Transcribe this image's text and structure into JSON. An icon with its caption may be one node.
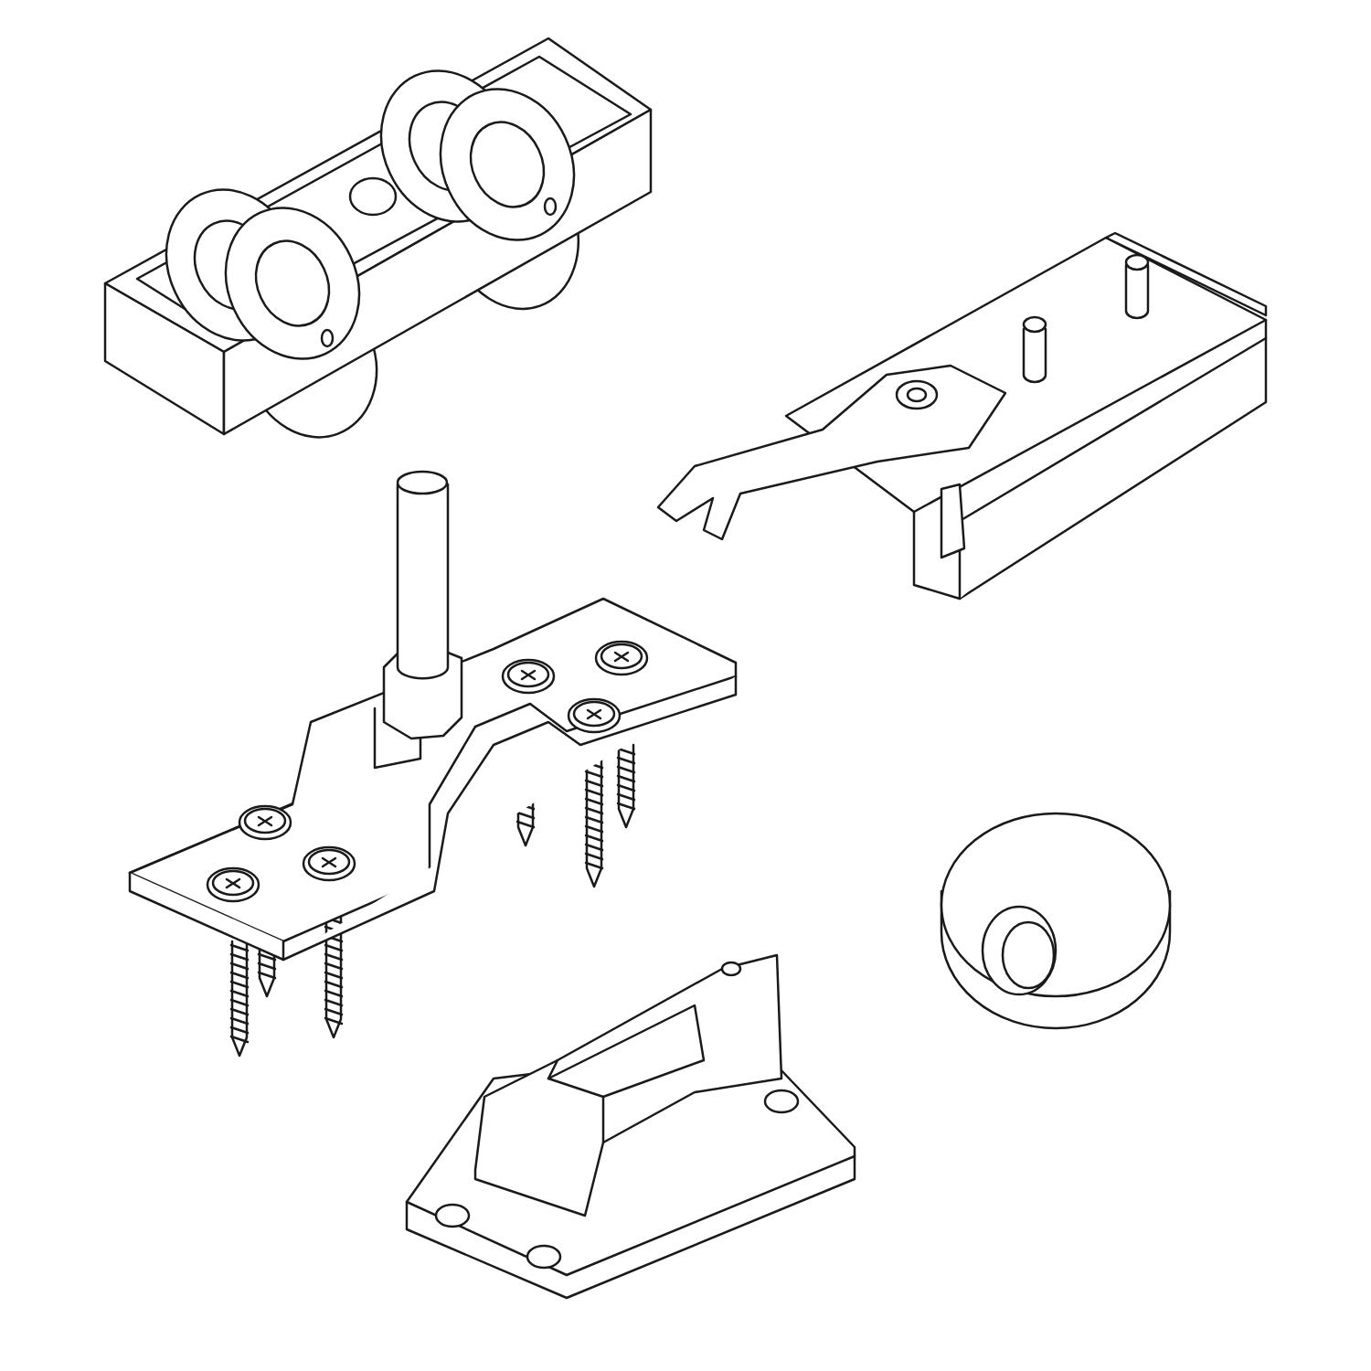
{
  "diagram": {
    "nodes": [
      {
        "text": [],
        "shape": "picture"
      },
      {
        "text": [],
        "shape": "picture"
      },
      {
        "text": [],
        "shape": "picture"
      },
      {
        "text": [],
        "shape": "picture"
      },
      {
        "text": [],
        "shape": "picture"
      }
    ]
  }
}
